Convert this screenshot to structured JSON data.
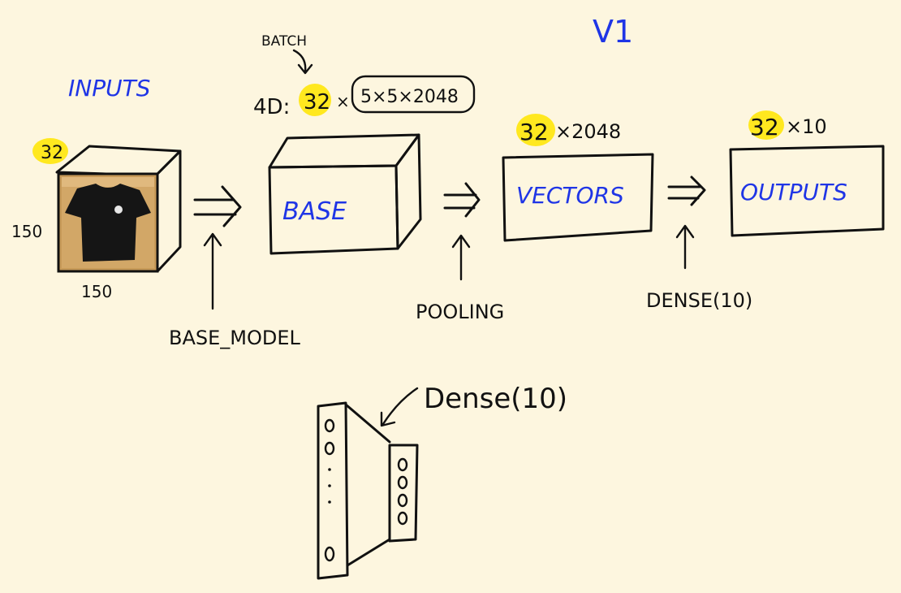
{
  "version": "V1",
  "inputs_label": "INPUTS",
  "input_batch": "32",
  "input_height": "150",
  "input_width": "150",
  "base_model_label": "BASE_MODEL",
  "batch_label": "BATCH",
  "shape_prefix": "4D:",
  "shape_batch": "32",
  "shape_times": "×",
  "shape_rest": "5×5×2048",
  "base_label": "BASE",
  "pooling_label": "POOLING",
  "vectors_batch": "32",
  "vectors_dims": "×2048",
  "vectors_label": "VECTORS",
  "outputs_batch": "32",
  "outputs_dims": "×10",
  "outputs_label": "OUTPUTS",
  "dense_label": "DENSE(10)",
  "dense_layer_label": "Dense(10)",
  "colors": {
    "background": "#fdf6df",
    "ink": "#111111",
    "blue_text": "#1f35e6",
    "highlight": "#ffe714"
  }
}
